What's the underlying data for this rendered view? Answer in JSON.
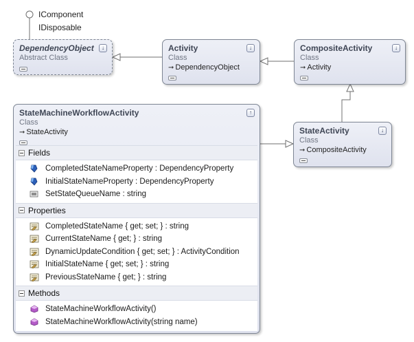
{
  "interfaces": [
    "IComponent",
    "IDisposable"
  ],
  "shapes": {
    "dependency_object": {
      "name": "DependencyObject",
      "kind": "Abstract Class"
    },
    "activity": {
      "name": "Activity",
      "kind": "Class",
      "base": "DependencyObject"
    },
    "composite_activity": {
      "name": "CompositeActivity",
      "kind": "Class",
      "base": "Activity"
    },
    "state_activity": {
      "name": "StateActivity",
      "kind": "Class",
      "base": "CompositeActivity"
    },
    "state_machine": {
      "name": "StateMachineWorkflowActivity",
      "kind": "Class",
      "base": "StateActivity",
      "sections": {
        "fields": {
          "title": "Fields",
          "items": [
            {
              "text": "CompletedStateNameProperty : DependencyProperty",
              "icon": "static-field-icon"
            },
            {
              "text": "InitialStateNameProperty : DependencyProperty",
              "icon": "static-field-icon"
            },
            {
              "text": "SetStateQueueName : string",
              "icon": "constant-field-icon"
            }
          ]
        },
        "properties": {
          "title": "Properties",
          "items": [
            {
              "text": "CompletedStateName { get; set; } : string",
              "icon": "property-icon"
            },
            {
              "text": "CurrentStateName { get; } : string",
              "icon": "property-icon"
            },
            {
              "text": "DynamicUpdateCondition { get; set; } : ActivityCondition",
              "icon": "property-icon"
            },
            {
              "text": "InitialStateName { get; set; } : string",
              "icon": "property-icon"
            },
            {
              "text": "PreviousStateName { get; } : string",
              "icon": "property-icon"
            }
          ]
        },
        "methods": {
          "title": "Methods",
          "items": [
            {
              "text": "StateMachineWorkflowActivity()",
              "icon": "method-icon"
            },
            {
              "text": "StateMachineWorkflowActivity(string name)",
              "icon": "method-icon"
            }
          ]
        }
      }
    }
  },
  "relations": [
    {
      "from": "Activity",
      "to": "DependencyObject",
      "type": "inheritance"
    },
    {
      "from": "CompositeActivity",
      "to": "Activity",
      "type": "inheritance"
    },
    {
      "from": "StateActivity",
      "to": "CompositeActivity",
      "type": "inheritance"
    },
    {
      "from": "StateMachineWorkflowActivity",
      "to": "StateActivity",
      "type": "inheritance"
    },
    {
      "from": "DependencyObject",
      "to": "IComponent",
      "type": "implements"
    },
    {
      "from": "DependencyObject",
      "to": "IDisposable",
      "type": "implements"
    }
  ],
  "colors": {
    "border": "#7d8593",
    "header_gradient_top": "#eef0f7",
    "header_gradient_bottom": "#dfe2ee",
    "line": "#6f6f6f"
  }
}
